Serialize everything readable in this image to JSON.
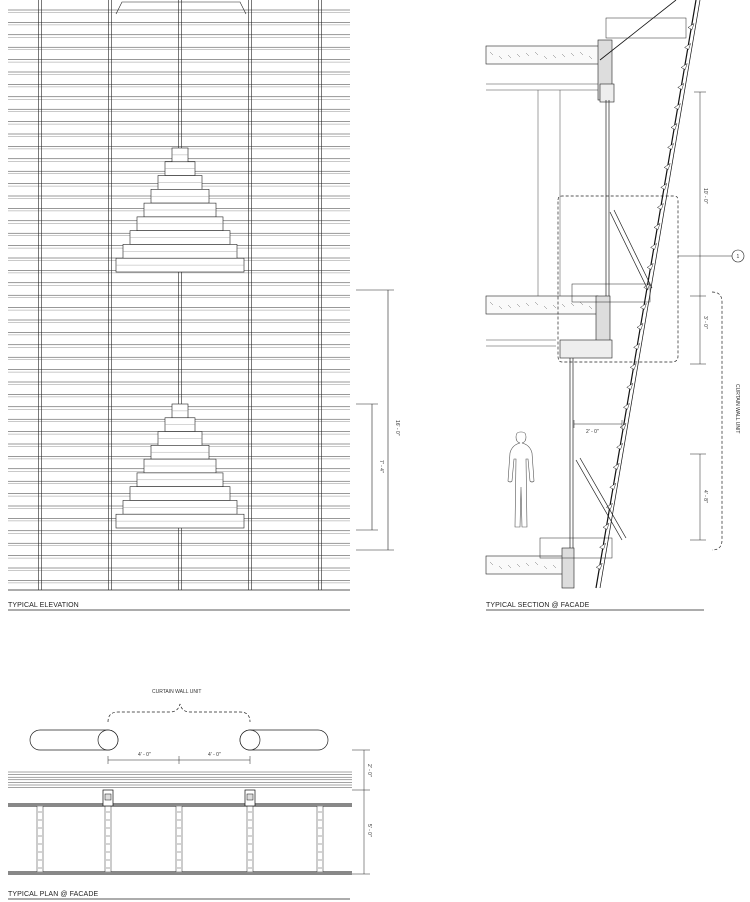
{
  "sheet": {
    "panels": {
      "elevation": {
        "title": "TYPICAL ELEVATION"
      },
      "section": {
        "title": "TYPICAL SECTION @ FACADE"
      },
      "plan": {
        "title": "TYPICAL PLAN @ FACADE"
      }
    },
    "dimensions": {
      "elev_overall": "16' - 0\"",
      "elev_partial": "7' - 4\"",
      "sec_top": "10' - 0\"",
      "sec_mid": "3' - 0\"",
      "sec_lower": "4' - 8\"",
      "sec_horizontal": "2' - 0\"",
      "plan_module_left": "4' - 0\"",
      "plan_module_right": "4' - 0\"",
      "plan_depth_small": "2' - 0\"",
      "plan_depth_large": "5' - 0\""
    },
    "labels": {
      "curtain_wall_unit_section": "CURTAIN WALL UNIT",
      "curtain_wall_unit_plan": "CURTAIN WALL UNIT",
      "callout_number": "1"
    }
  }
}
